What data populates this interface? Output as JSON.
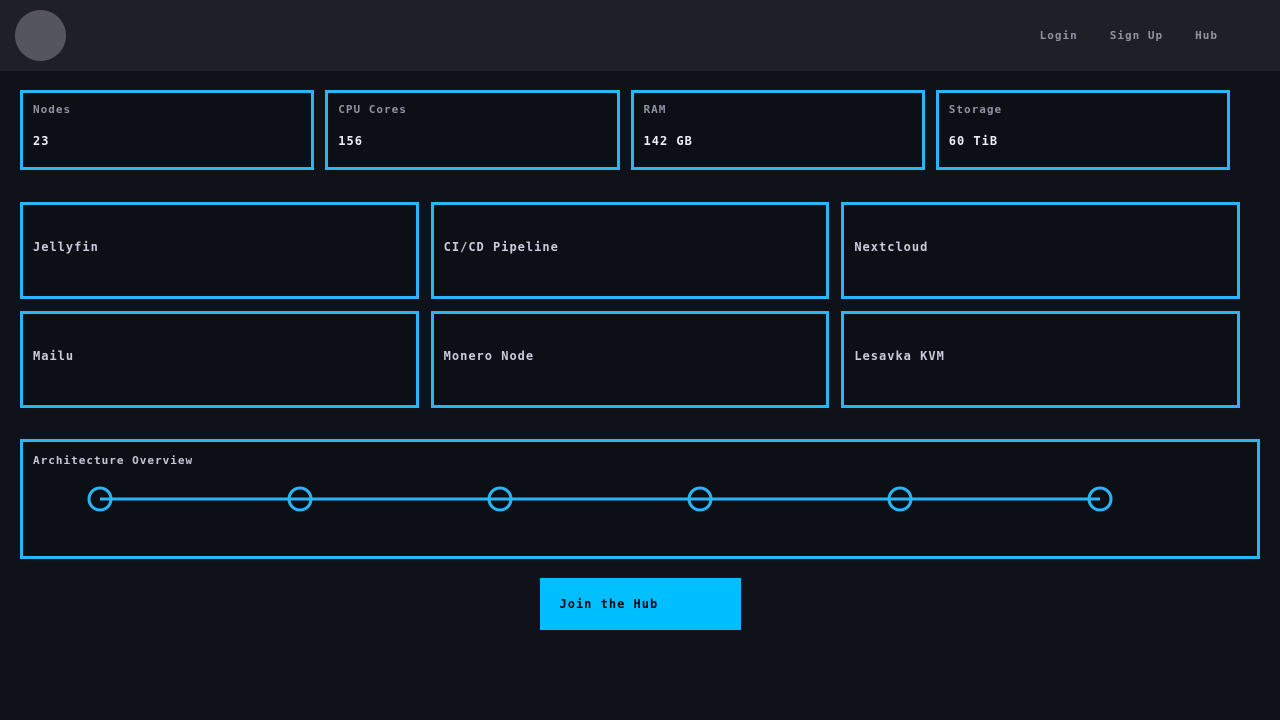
{
  "nav": {
    "links": [
      {
        "label": "Login"
      },
      {
        "label": "Sign Up"
      },
      {
        "label": "Hub"
      }
    ]
  },
  "stats": [
    {
      "label": "Nodes",
      "value": "23"
    },
    {
      "label": "CPU Cores",
      "value": "156"
    },
    {
      "label": "RAM",
      "value": "142 GB"
    },
    {
      "label": "Storage",
      "value": "60 TiB"
    }
  ],
  "services": [
    {
      "name": "Jellyfin"
    },
    {
      "name": "CI/CD Pipeline"
    },
    {
      "name": "Nextcloud"
    },
    {
      "name": "Mailu"
    },
    {
      "name": "Monero Node"
    },
    {
      "name": "Lesavka KVM"
    }
  ],
  "architecture": {
    "title": "Architecture Overview",
    "node_count": 6
  },
  "cta": {
    "label": "Join the Hub"
  },
  "colors": {
    "accent": "#00bfff",
    "border": "#29b6f6",
    "navbar_bg": "#1e2028",
    "page_bg": "#10121a",
    "card_bg": "#0d0f16"
  }
}
